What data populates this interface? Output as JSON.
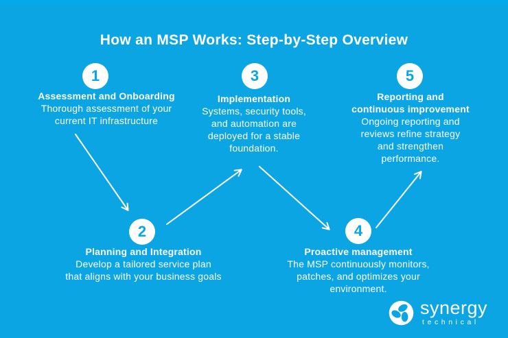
{
  "colors": {
    "background": "#0BA5E4",
    "top_band": "#04A9EC",
    "text": "#FFFFFF",
    "number_text": "#0BA5E4"
  },
  "header": {
    "title": "How an MSP Works: Step-by-Step Overview"
  },
  "steps": [
    {
      "number": "1",
      "title": "Assessment and Onboarding",
      "description": "Thorough assessment of your\ncurrent IT infrastructure"
    },
    {
      "number": "2",
      "title": "Planning and Integration",
      "description": "Develop a tailored service plan\nthat aligns with your business goals"
    },
    {
      "number": "3",
      "title": "Implementation",
      "description": "Systems, security tools,\nand automation are\ndeployed for a stable\nfoundation."
    },
    {
      "number": "4",
      "title": "Proactive management",
      "description": "The MSP continuously monitors,\npatches, and optimizes your\nenvironment."
    },
    {
      "number": "5",
      "title": "Reporting and\ncontinuous improvement",
      "description": "Ongoing reporting and\nreviews refine strategy\nand strengthen\nperformance."
    }
  ],
  "logo": {
    "brand": "synergy",
    "brand_sub": "technical"
  }
}
